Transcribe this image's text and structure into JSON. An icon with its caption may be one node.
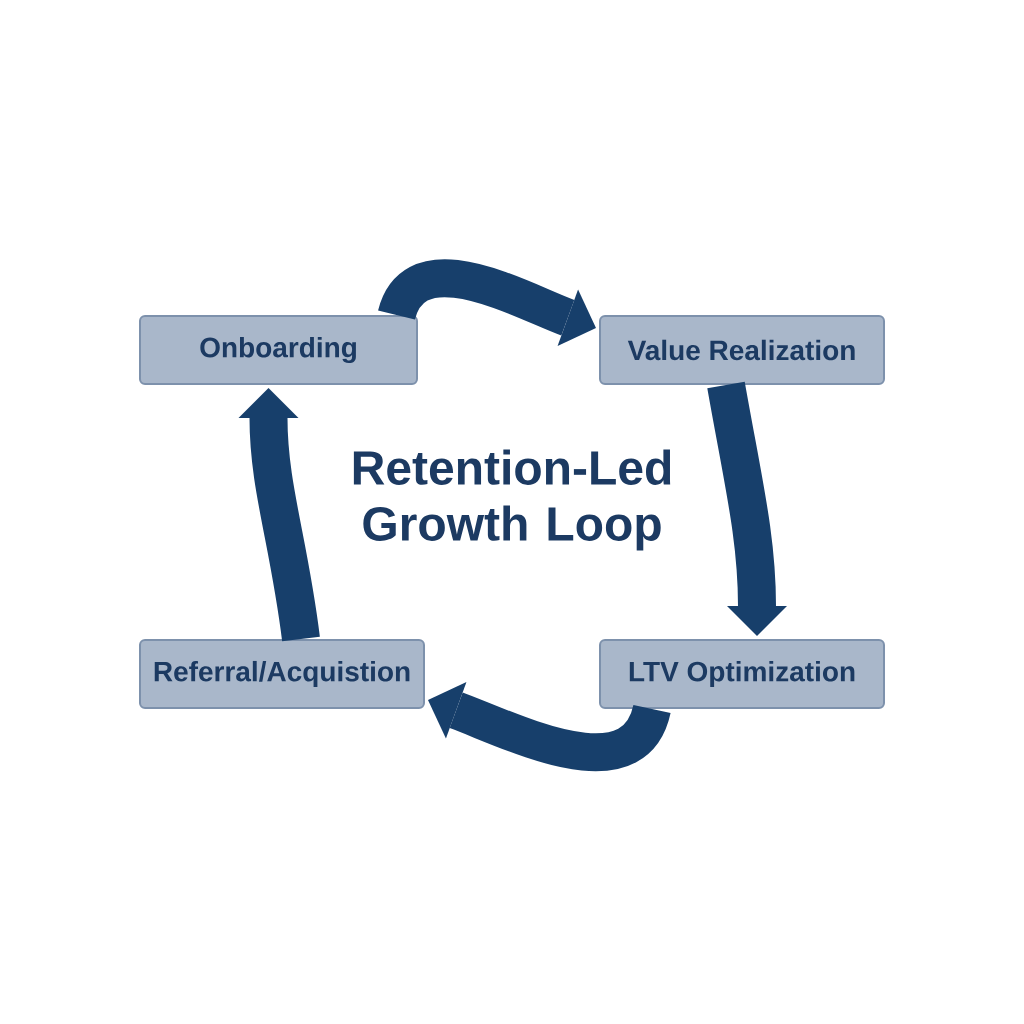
{
  "diagram": {
    "title": "Retention-Led Growth Loop",
    "nodes": [
      {
        "text": [
          "Onboarding"
        ]
      },
      {
        "text": [
          "Value Realization"
        ]
      },
      {
        "text": [
          "Referral/Acquistion"
        ]
      },
      {
        "text": [
          "LTV Optimization"
        ]
      }
    ],
    "edges": [
      {
        "from": 0,
        "to": 1,
        "arrow": "to"
      },
      {
        "from": 1,
        "to": 3,
        "arrow": "to"
      },
      {
        "from": 3,
        "to": 2,
        "arrow": "to"
      },
      {
        "from": 2,
        "to": 0,
        "arrow": "to"
      }
    ]
  }
}
